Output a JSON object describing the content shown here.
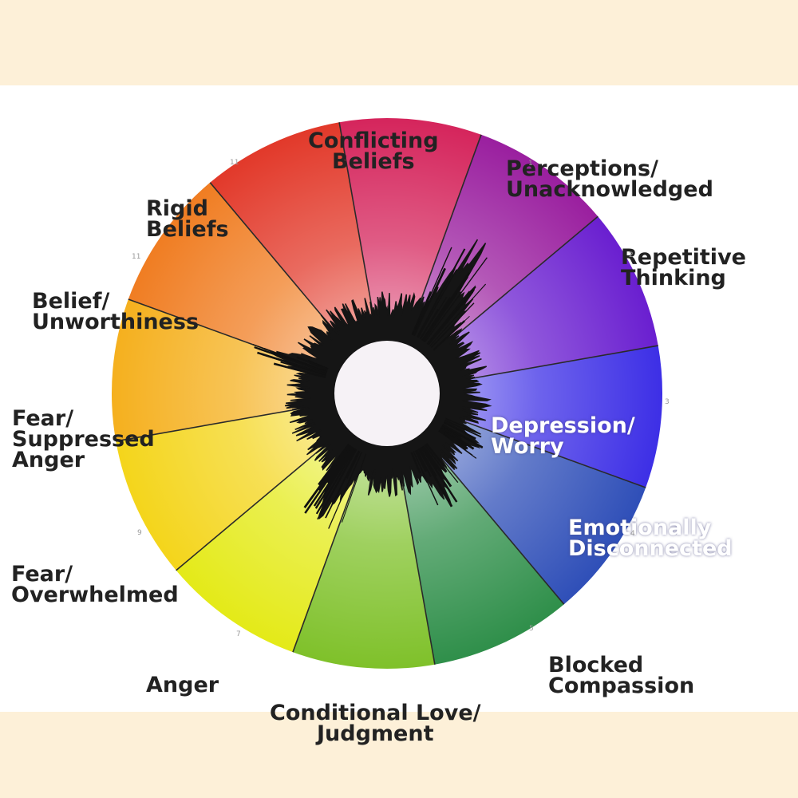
{
  "diagram": {
    "segments": [
      {
        "id": "conflicting-beliefs",
        "lines": [
          "Conflicting",
          "Beliefs"
        ],
        "color": "#d5255c"
      },
      {
        "id": "perceptions-unacknowledged",
        "lines": [
          "Perceptions/",
          "Unacknowledged"
        ],
        "color": "#9a1f9f"
      },
      {
        "id": "repetitive-thinking",
        "lines": [
          "Repetitive",
          "Thinking"
        ],
        "color": "#6a1fd0"
      },
      {
        "id": "depression-worry",
        "lines": [
          "Depression/",
          "Worry"
        ],
        "color": "#3d2fe6"
      },
      {
        "id": "emotionally-disconnected",
        "lines": [
          "Emotionally",
          "Disconnected"
        ],
        "color": "#2f4fb8"
      },
      {
        "id": "blocked-compassion",
        "lines": [
          "Blocked",
          "Compassion"
        ],
        "color": "#2f8f4a"
      },
      {
        "id": "conditional-love-judgment",
        "lines": [
          "Conditional Love/",
          "Judgment"
        ],
        "color": "#7fc12a"
      },
      {
        "id": "anger",
        "lines": [
          "Anger"
        ],
        "color": "#e4ea18"
      },
      {
        "id": "fear-overwhelmed",
        "lines": [
          "Fear/",
          "Overwhelmed"
        ],
        "color": "#f4d51b"
      },
      {
        "id": "fear-suppressed-anger",
        "lines": [
          "Fear/",
          "Suppressed",
          "Anger"
        ],
        "color": "#f5b01e"
      },
      {
        "id": "belief-unworthiness",
        "lines": [
          "Belief/",
          "Unworthiness"
        ],
        "color": "#f07d22"
      },
      {
        "id": "rigid-beliefs",
        "lines": [
          "Rigid",
          "Beliefs"
        ],
        "color": "#e2392a"
      }
    ],
    "small_numbers": [
      "11",
      "11",
      "1",
      "2",
      "3",
      "4",
      "5",
      "7",
      "9"
    ]
  }
}
